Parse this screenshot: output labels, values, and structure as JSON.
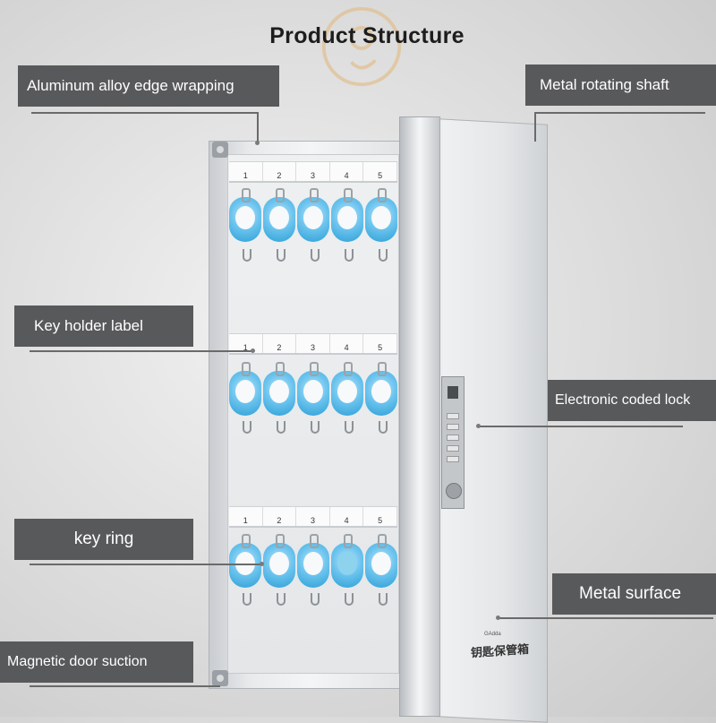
{
  "title": "Product Structure",
  "labels": {
    "aluminum": "Aluminum alloy edge wrapping",
    "shaft": "Metal rotating shaft",
    "holder": "Key holder label",
    "lock": "Electronic coded lock",
    "ring": "key ring",
    "surface": "Metal surface",
    "magnetic": "Magnetic door suction"
  },
  "slot_numbers": [
    "1",
    "2",
    "3",
    "4",
    "5"
  ],
  "brand_text": "钥匙保管箱",
  "brand_small": "GAdda",
  "colors": {
    "label_bg": "#58595b",
    "fob": "#2d9fd6",
    "watermark": "#e2b77a"
  }
}
